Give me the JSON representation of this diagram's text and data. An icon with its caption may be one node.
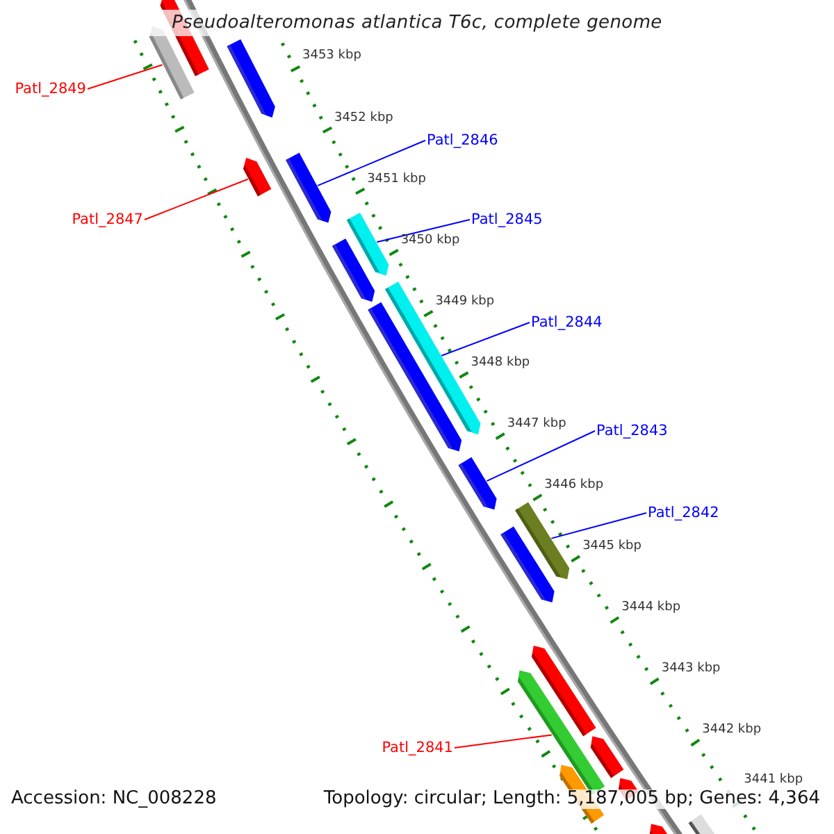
{
  "diagram": {
    "title": "Pseudoalteromonas atlantica T6c, complete genome",
    "nodes": [
      {
        "text": [
          "Patl_2849"
        ]
      },
      {
        "text": [],
        "shape": "bar"
      },
      {
        "text": [
          "Patl_2847"
        ]
      },
      {
        "text": [],
        "shape": "bar"
      },
      {
        "text": [
          "Patl_2846"
        ]
      },
      {
        "text": [],
        "shape": "bar"
      },
      {
        "text": [
          "Patl_2845"
        ]
      },
      {
        "text": [],
        "shape": "bar"
      },
      {
        "text": [
          "Patl_2844"
        ]
      },
      {
        "text": [],
        "shape": "bar"
      },
      {
        "text": [
          "Patl_2843"
        ]
      },
      {
        "text": [],
        "shape": "bar"
      },
      {
        "text": [
          "Patl_2842"
        ]
      },
      {
        "text": [],
        "shape": "bar"
      },
      {
        "text": [
          "Patl_2841"
        ]
      },
      {
        "text": [],
        "shape": "bar"
      },
      {
        "text": [],
        "shape": "bar"
      },
      {
        "text": [],
        "shape": "bar"
      },
      {
        "text": [],
        "shape": "bar"
      },
      {
        "text": [],
        "shape": "bar"
      },
      {
        "text": [],
        "shape": "bar"
      },
      {
        "text": [],
        "shape": "bar"
      },
      {
        "text": [],
        "shape": "bar"
      },
      {
        "text": [],
        "shape": "bar"
      },
      {
        "text": [],
        "shape": "bar"
      },
      {
        "text": [],
        "shape": "bar"
      },
      {
        "text": [],
        "shape": "bar"
      }
    ],
    "edges": [
      {
        "from": 0,
        "to": 1,
        "arrow": "none",
        "color": "#ff0000"
      },
      {
        "from": 2,
        "to": 3,
        "arrow": "none",
        "color": "#ff0000"
      },
      {
        "from": 4,
        "to": 5,
        "arrow": "none"
      },
      {
        "from": 6,
        "to": 7,
        "arrow": "none"
      },
      {
        "from": 8,
        "to": 9,
        "arrow": "none"
      },
      {
        "from": 10,
        "to": 11,
        "arrow": "none"
      },
      {
        "from": 12,
        "to": 13,
        "arrow": "none"
      },
      {
        "from": 14,
        "to": 15,
        "arrow": "none",
        "color": "#ff0000"
      }
    ],
    "labels": [
      "3453 kbp",
      "3452 kbp",
      "3451 kbp",
      "3450 kbp",
      "3449 kbp",
      "3448 kbp",
      "3447 kbp",
      "3446 kbp",
      "3445 kbp",
      "3444 kbp",
      "3443 kbp",
      "3442 kbp",
      "3441 kbp",
      "Accession: NC_008228",
      "Topology: circular; Length: 5,187,005 bp; Genes: 4,364"
    ]
  }
}
